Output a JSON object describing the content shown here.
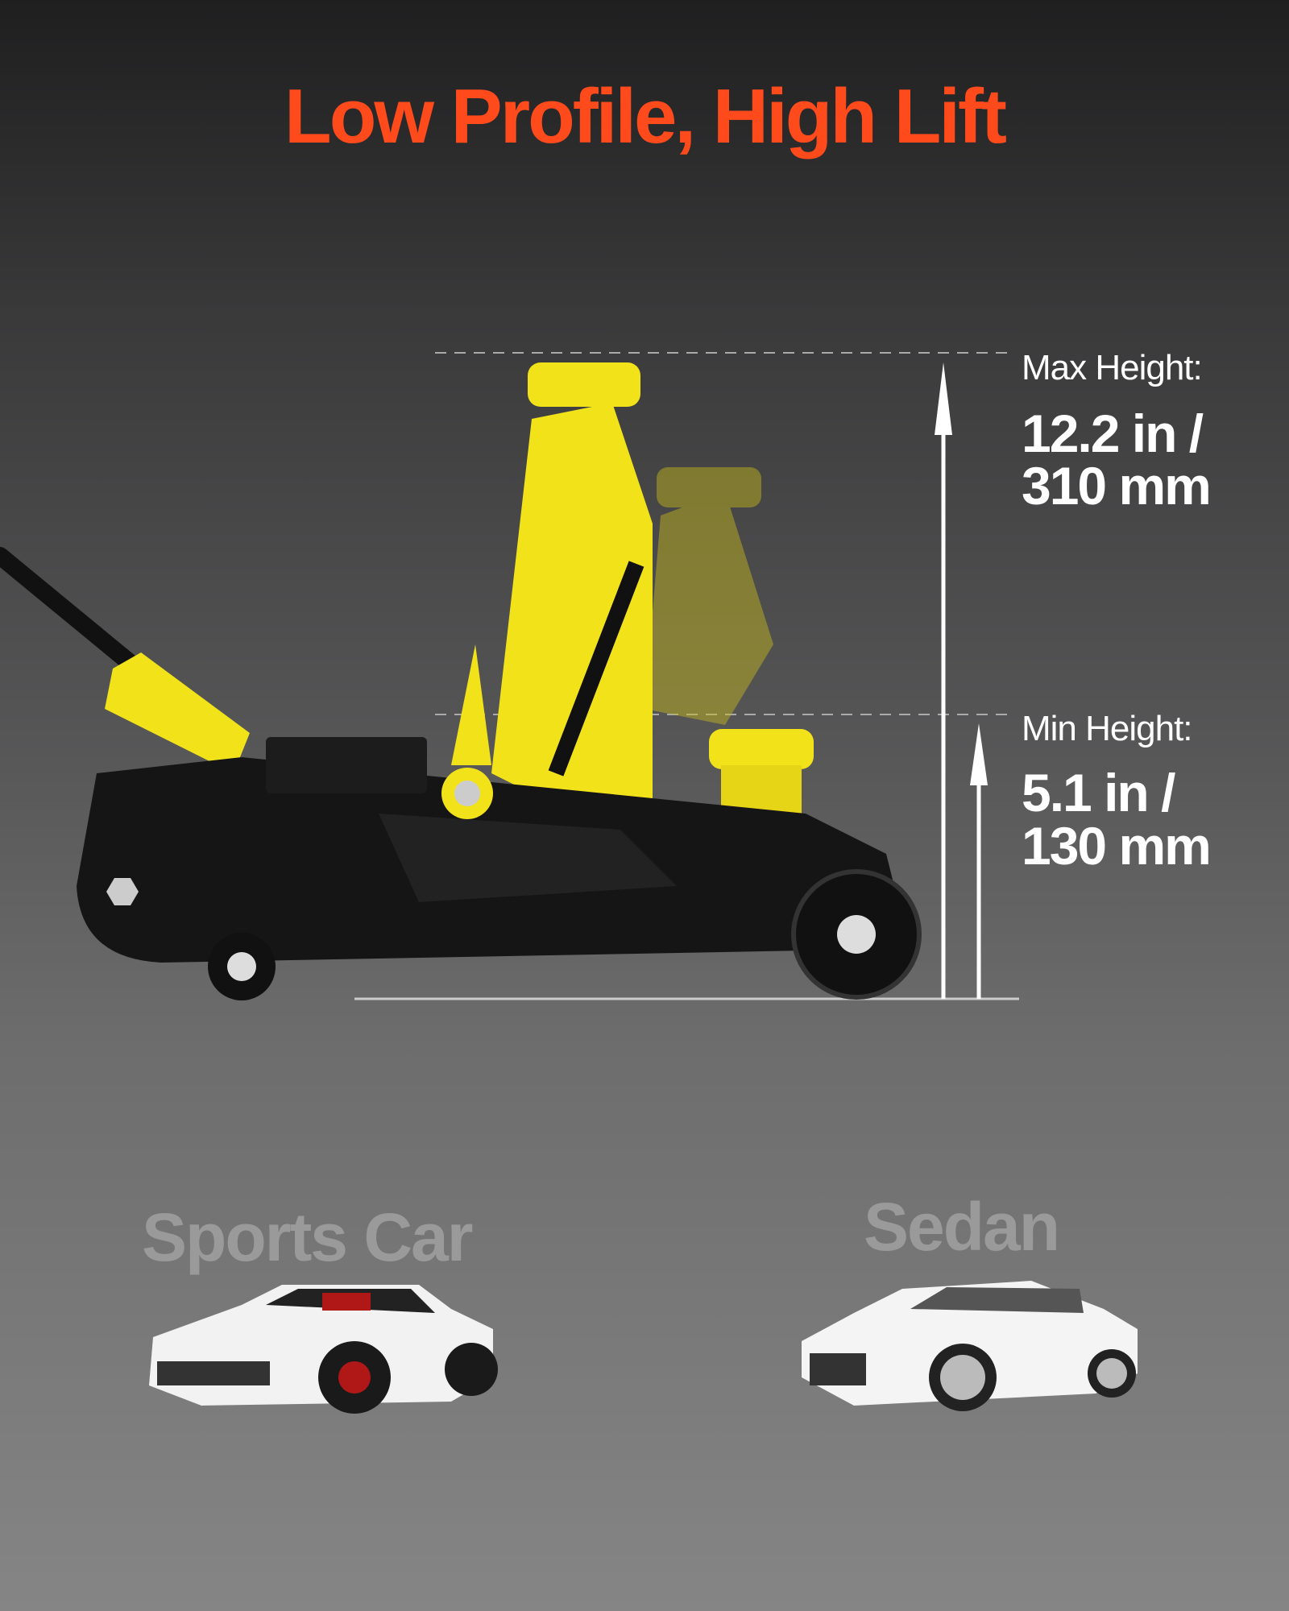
{
  "title": "Low Profile, High Lift",
  "max_height": {
    "label": "Max Height:",
    "value_in": "12.2 in /",
    "value_mm": "310 mm"
  },
  "min_height": {
    "label": "Min Height:",
    "value_in": "5.1 in /",
    "value_mm": "130 mm"
  },
  "vehicles": [
    {
      "label": "Sports Car"
    },
    {
      "label": "Sedan"
    }
  ],
  "colors": {
    "title": "#ff4a1c",
    "jack_yellow": "#f2e21a",
    "jack_body": "#151515"
  }
}
